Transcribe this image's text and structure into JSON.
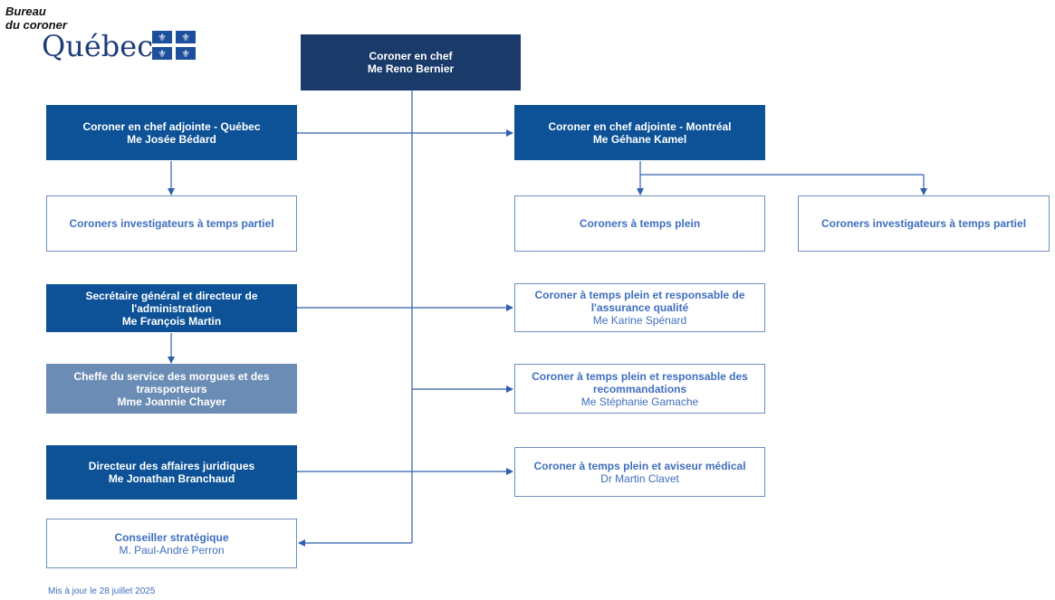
{
  "logo": {
    "line1": "Bureau",
    "line2": "du coroner",
    "word": "Québec",
    "icon": "fleur-de-lis-flag-icon"
  },
  "chief": {
    "title": "Coroner en chef",
    "name": "Me Reno Bernier"
  },
  "deputy_qc": {
    "title": "Coroner en chef adjointe - Québec",
    "name": "Me Josée Bédard"
  },
  "deputy_mtl": {
    "title": "Coroner en chef adjointe - Montréal",
    "name": "Me Géhane Kamel"
  },
  "qc_parttime": {
    "title": "Coroners investigateurs à temps partiel"
  },
  "mtl_fulltime": {
    "title": "Coroners à temps plein"
  },
  "mtl_parttime": {
    "title": "Coroners investigateurs à temps partiel"
  },
  "secretary": {
    "title": "Secrétaire général et directeur de l'administration",
    "name": "Me François Martin"
  },
  "morgue": {
    "title": "Cheffe du service des morgues et des transporteurs",
    "name": "Mme Joannie Chayer"
  },
  "legal": {
    "title": "Directeur des affaires juridiques",
    "name": "Me Jonathan Branchaud"
  },
  "advisor": {
    "title": "Conseiller stratégique",
    "name": "M. Paul-André Perron"
  },
  "quality": {
    "title": "Coroner à temps plein et responsable de l'assurance qualité",
    "name": "Me Karine Spénard"
  },
  "recommendations": {
    "title": "Coroner à temps plein et responsable des recommandations",
    "name": "Me Stéphanie Gamache"
  },
  "medical": {
    "title": "Coroner à temps plein et aviseur médical",
    "name": "Dr Martin Clavet"
  },
  "footer": "Mis à jour le 28 juillet 2025",
  "colors": {
    "dark": "#1a3a6a",
    "mid": "#0d5297",
    "gray": "#6b8cb5",
    "outline_text": "#3f6fbf",
    "line": "#2f5fae"
  }
}
